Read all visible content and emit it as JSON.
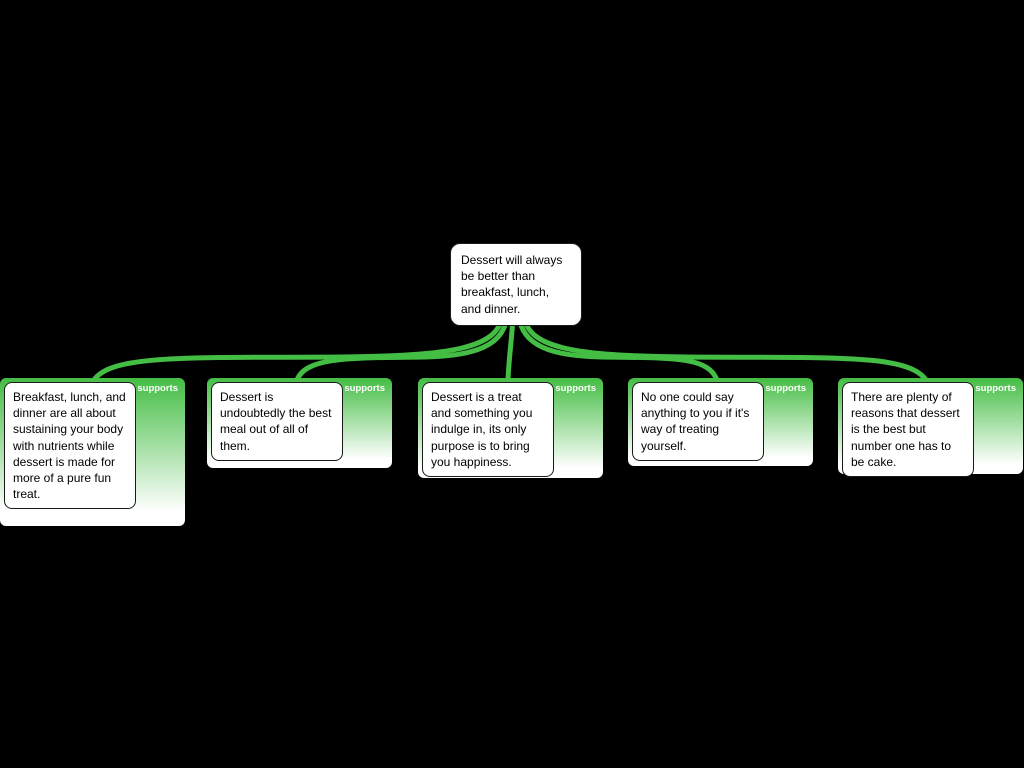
{
  "diagram": {
    "title": "argument-map",
    "colors": {
      "background": "#000000",
      "edge_green": "#44bd44",
      "support_green": "#44bd44",
      "node_bg": "#ffffff",
      "node_border": "#1a1a1a"
    },
    "root": {
      "text": "Dessert will always be better than breakfast, lunch, and dinner."
    },
    "supports": [
      {
        "label": "supports",
        "text": "Breakfast, lunch, and dinner are all about sustaining your body with nutrients while dessert is made for more of a pure fun treat."
      },
      {
        "label": "supports",
        "text": "Dessert is undoubtedly the best meal out of all of them."
      },
      {
        "label": "supports",
        "text": "Dessert is a treat and something you indulge in, its only purpose is to bring you happiness."
      },
      {
        "label": "supports",
        "text": "No one could say anything to you if it's way of treating yourself."
      },
      {
        "label": "supports",
        "text": "There are plenty of reasons that dessert is the best but number one has to be cake."
      }
    ]
  }
}
